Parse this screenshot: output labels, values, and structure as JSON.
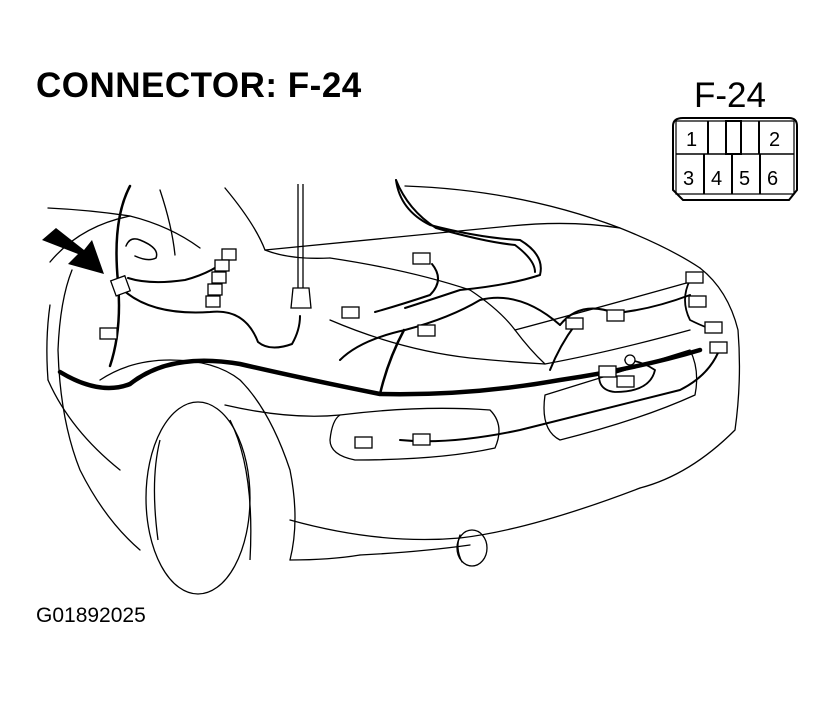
{
  "header": {
    "title": "CONNECTOR: F-24"
  },
  "connector_face": {
    "label": "F-24",
    "pins": [
      "1",
      "2",
      "3",
      "4",
      "5",
      "6"
    ]
  },
  "footer": {
    "figure_id": "G01892025"
  },
  "icons": [
    "arrow-pointer-icon"
  ]
}
